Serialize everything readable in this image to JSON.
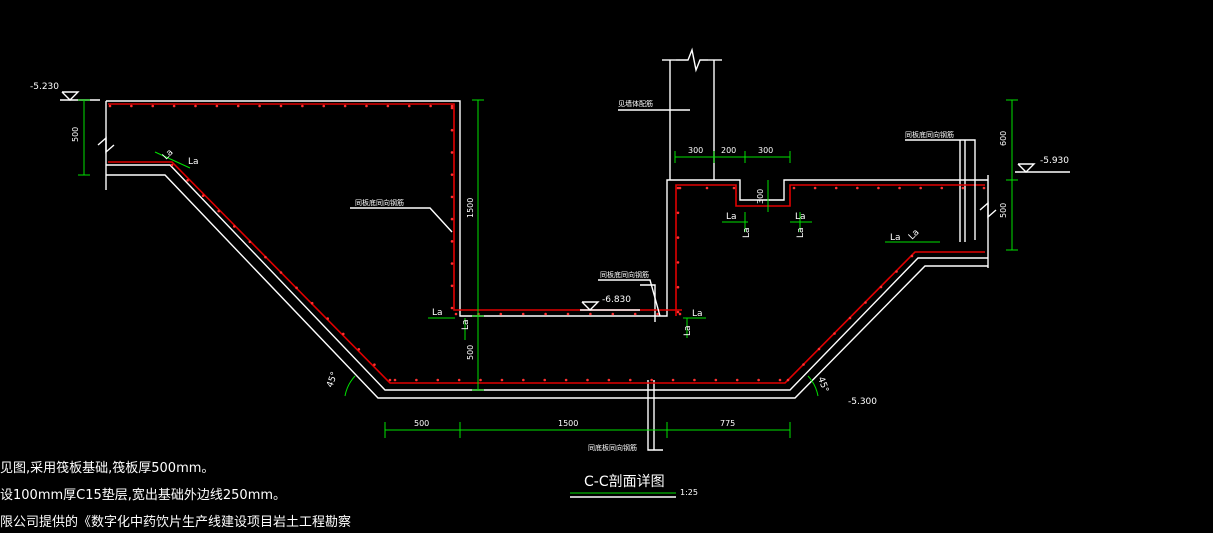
{
  "elevations": {
    "left_top": "-5.230",
    "right_top": "-5.930",
    "inner": "-6.830",
    "bottom": "-5.300"
  },
  "dims": {
    "left_vert": "500",
    "mid_vert": "1500",
    "mid_low": "500",
    "right_top": "600",
    "right_low": "500",
    "bottom_left": "500",
    "bottom_mid": "1500",
    "bottom_right": "775",
    "top_300a": "300",
    "top_200": "200",
    "top_300b": "300",
    "step_300": "300"
  },
  "labels": {
    "la": "La",
    "angle": "45°",
    "callout_1": "同板底同向钢筋",
    "callout_2": "同板底同向钢筋",
    "callout_3": "同板底同向钢筋",
    "callout_4": "同底板同向钢筋",
    "callout_wall": "见墙体配筋"
  },
  "title": "C-C剖面详图",
  "scale": "1:25",
  "notes": [
    "见图,采用筏板基础,筏板厚500mm。",
    "设100mm厚C15垫层,宽出基础外边线250mm。",
    "限公司提供的《数字化中药饮片生产线建设项目岩土工程勘察"
  ]
}
